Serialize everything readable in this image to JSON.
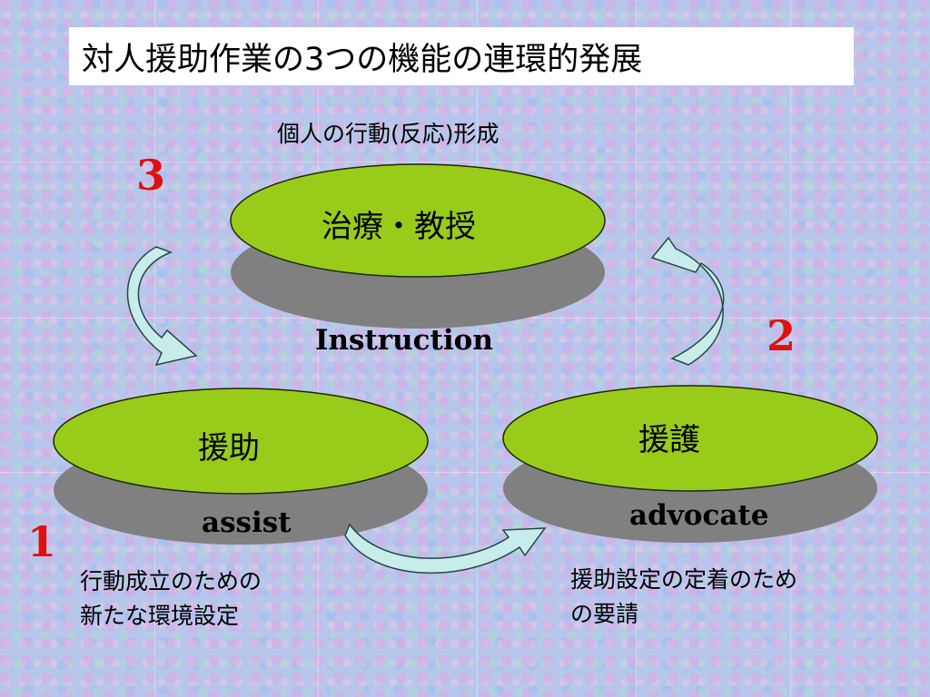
{
  "title": "対人援助作業の3つの機能の連環的発展",
  "top_caption": "個人の行動(反応)形成",
  "nodes": {
    "top": {
      "label": "治療・教授",
      "english": "Instruction",
      "number": "3"
    },
    "left": {
      "label": "援助",
      "english": "assist",
      "number": "1"
    },
    "right": {
      "label": "援護",
      "english": "advocate",
      "number": "2"
    }
  },
  "descriptions": {
    "left": [
      "行動成立のための",
      "新たな環境設定"
    ],
    "right": [
      "援助設定の定着のため",
      "の要請"
    ]
  },
  "colors": {
    "ellipse_top": "#99cc1a",
    "ellipse_base": "#808080",
    "arrow_fill": "#c8ecea",
    "number_color": "#e01010"
  }
}
